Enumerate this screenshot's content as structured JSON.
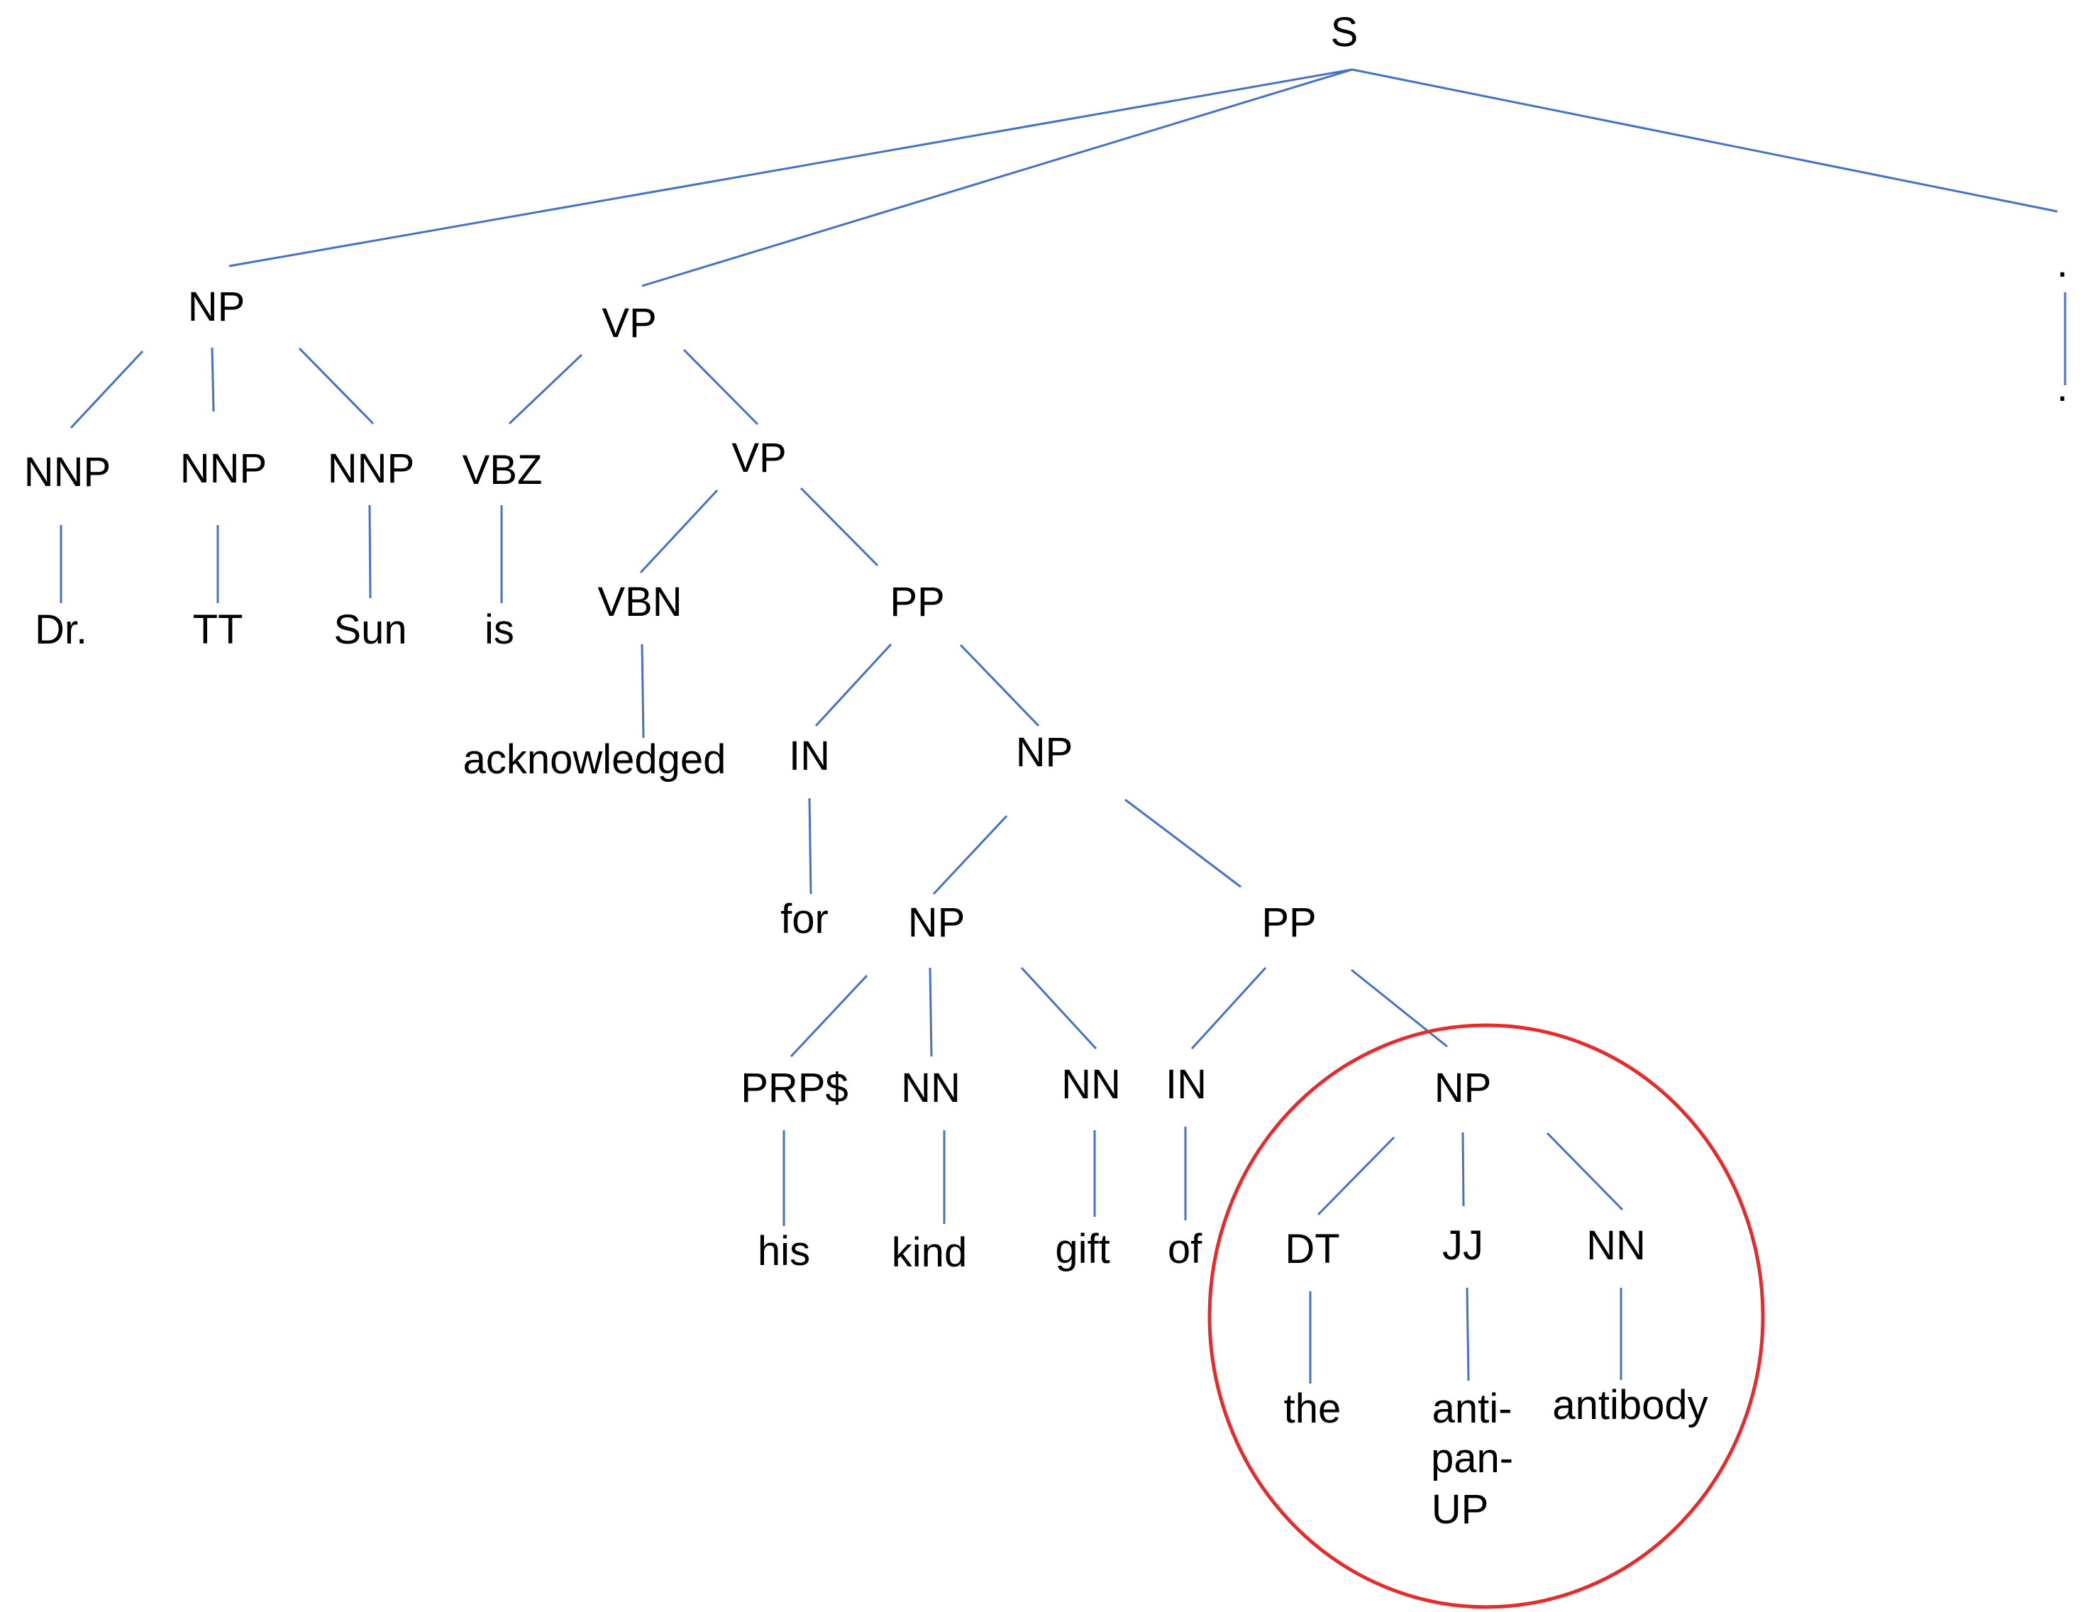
{
  "tree": {
    "colors": {
      "edge": "#4472C4",
      "highlight": "#E52B2B",
      "text": "#000000"
    },
    "labels": {
      "s": "S",
      "np_subj": "NP",
      "vp_main": "VP",
      "period_tag": ".",
      "nnp_1": "NNP",
      "nnp_2": "NNP",
      "nnp_3": "NNP",
      "vbz": "VBZ",
      "vp_inner": "VP",
      "period_word": ".",
      "w_dr": "Dr.",
      "w_tt": "TT",
      "w_sun": "Sun",
      "w_is": "is",
      "vbn": "VBN",
      "pp_for": "PP",
      "w_acknowledged": "acknowledged",
      "in_for": "IN",
      "np_obj": "NP",
      "w_for": "for",
      "np_gift": "NP",
      "pp_of": "PP",
      "prp": "PRP$",
      "nn_kind": "NN",
      "nn_gift": "NN",
      "in_of": "IN",
      "np_antibody": "NP",
      "w_his": "his",
      "w_kind": "kind",
      "w_gift": "gift",
      "w_of": "of",
      "dt": "DT",
      "jj": "JJ",
      "nn_antibody": "NN",
      "w_the": "the",
      "w_anti_1": "anti-",
      "w_anti_2": "pan-",
      "w_anti_3": "UP",
      "w_antibody": "antibody"
    }
  }
}
